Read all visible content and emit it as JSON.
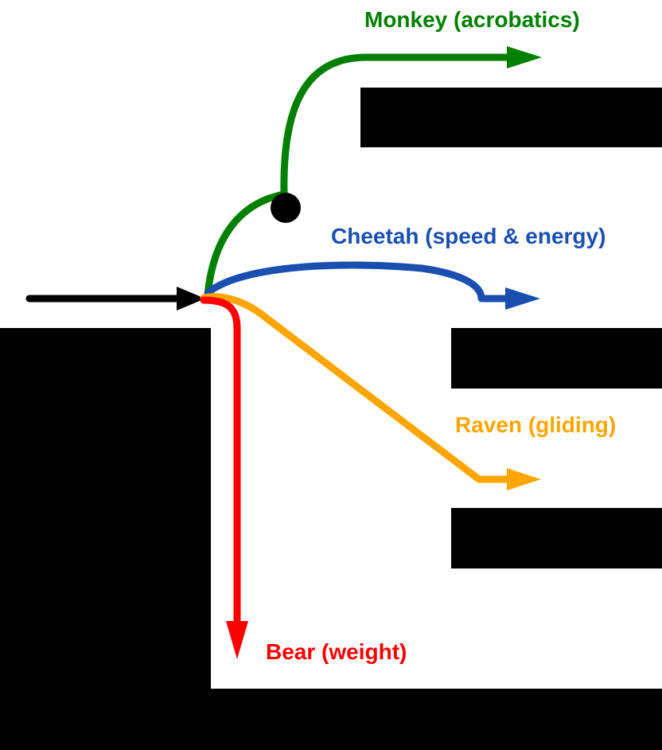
{
  "colors": {
    "background": "#ffffff",
    "walls": "#000000",
    "approach": "#000000",
    "monkey": "#008000",
    "cheetah": "#1a4fb0",
    "raven": "#ffa500",
    "bear": "#ff0000"
  },
  "paths": {
    "monkey": {
      "label": "Monkey (acrobatics)",
      "icon": "arrow-right-icon"
    },
    "cheetah": {
      "label": "Cheetah (speed & energy)",
      "icon": "arrow-right-icon"
    },
    "raven": {
      "label": "Raven (gliding)",
      "icon": "arrow-right-icon"
    },
    "bear": {
      "label": "Bear (weight)",
      "icon": "arrow-down-icon"
    }
  },
  "markers": {
    "swing_point": {
      "icon": "pivot-dot-icon"
    }
  }
}
